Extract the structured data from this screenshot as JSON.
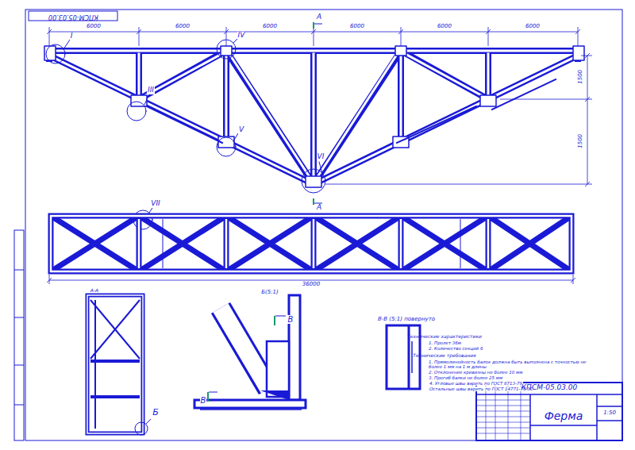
{
  "diagram": {
    "labels": [
      "КПСМ-05.03.00",
      "6000",
      "6000",
      "6000",
      "6000",
      "6000",
      "6000",
      "1500",
      "1500",
      "I",
      "III",
      "IV",
      "V",
      "VI",
      "VII",
      "А",
      "А",
      "36000",
      "А-А",
      "Б",
      "Б(5:1)",
      "В",
      "В",
      "В-В (5:1) повернуто",
      "Технические характеристики",
      "1. Пролет 36м",
      "2. Количество секций 6",
      "Технические требования",
      "1. Прямолинейность балок должна быть выполнена с точностью не более 1 мм на 1 м длины",
      "2. Отклонение кривизны не более 10 мм",
      "3. Прогиб балки не более 25 мм",
      "4. Угловые швы варить по ГОСТ 8713-79",
      "Остальные швы варить по ГОСТ 14771-76 ЭС",
      "КПСМ-05.03.00",
      "Ферма",
      "1:50"
    ]
  }
}
